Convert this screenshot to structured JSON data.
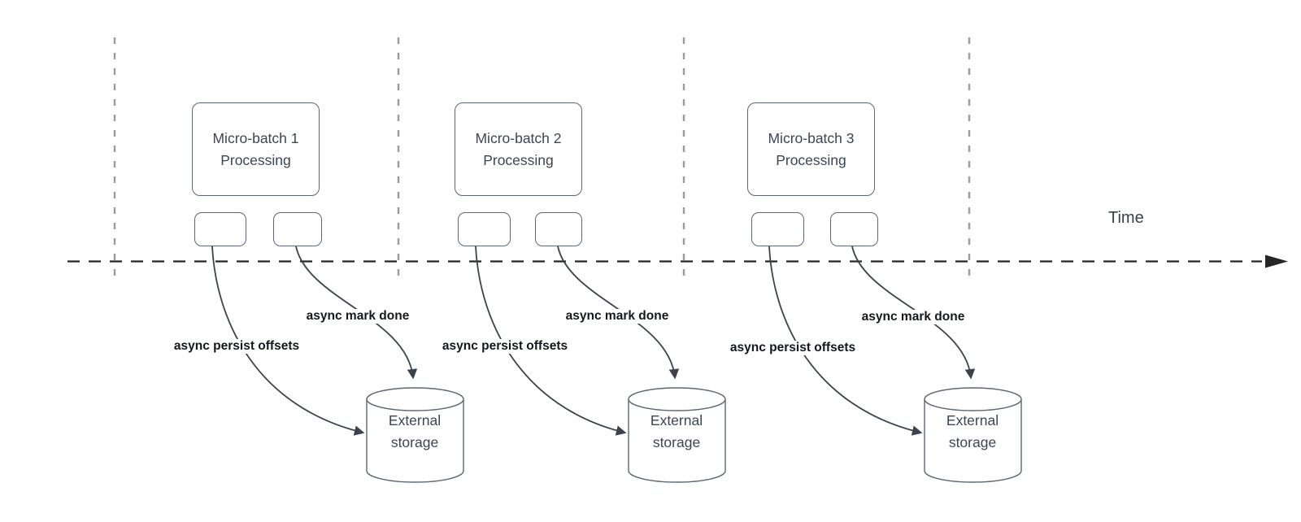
{
  "diagram": {
    "time_label": "Time",
    "groups": [
      {
        "box_label": "Micro-batch 1\nProcessing",
        "persist_label": "async persist offsets",
        "mark_done_label": "async mark done",
        "storage_label": "External\nstorage"
      },
      {
        "box_label": "Micro-batch 2\nProcessing",
        "persist_label": "async persist offsets",
        "mark_done_label": "async mark done",
        "storage_label": "External\nstorage"
      },
      {
        "box_label": "Micro-batch 3\nProcessing",
        "persist_label": "async persist offsets",
        "mark_done_label": "async mark done",
        "storage_label": "External\nstorage"
      }
    ],
    "colors": {
      "background": "#ffffff",
      "time_axis": "#262626",
      "guide_line": "#9b9b9b",
      "arrow_curve": "#3c434c",
      "shape_border": "#5d6673",
      "shape_text": "#3d4552",
      "flow_label_text": "#14171d"
    }
  }
}
